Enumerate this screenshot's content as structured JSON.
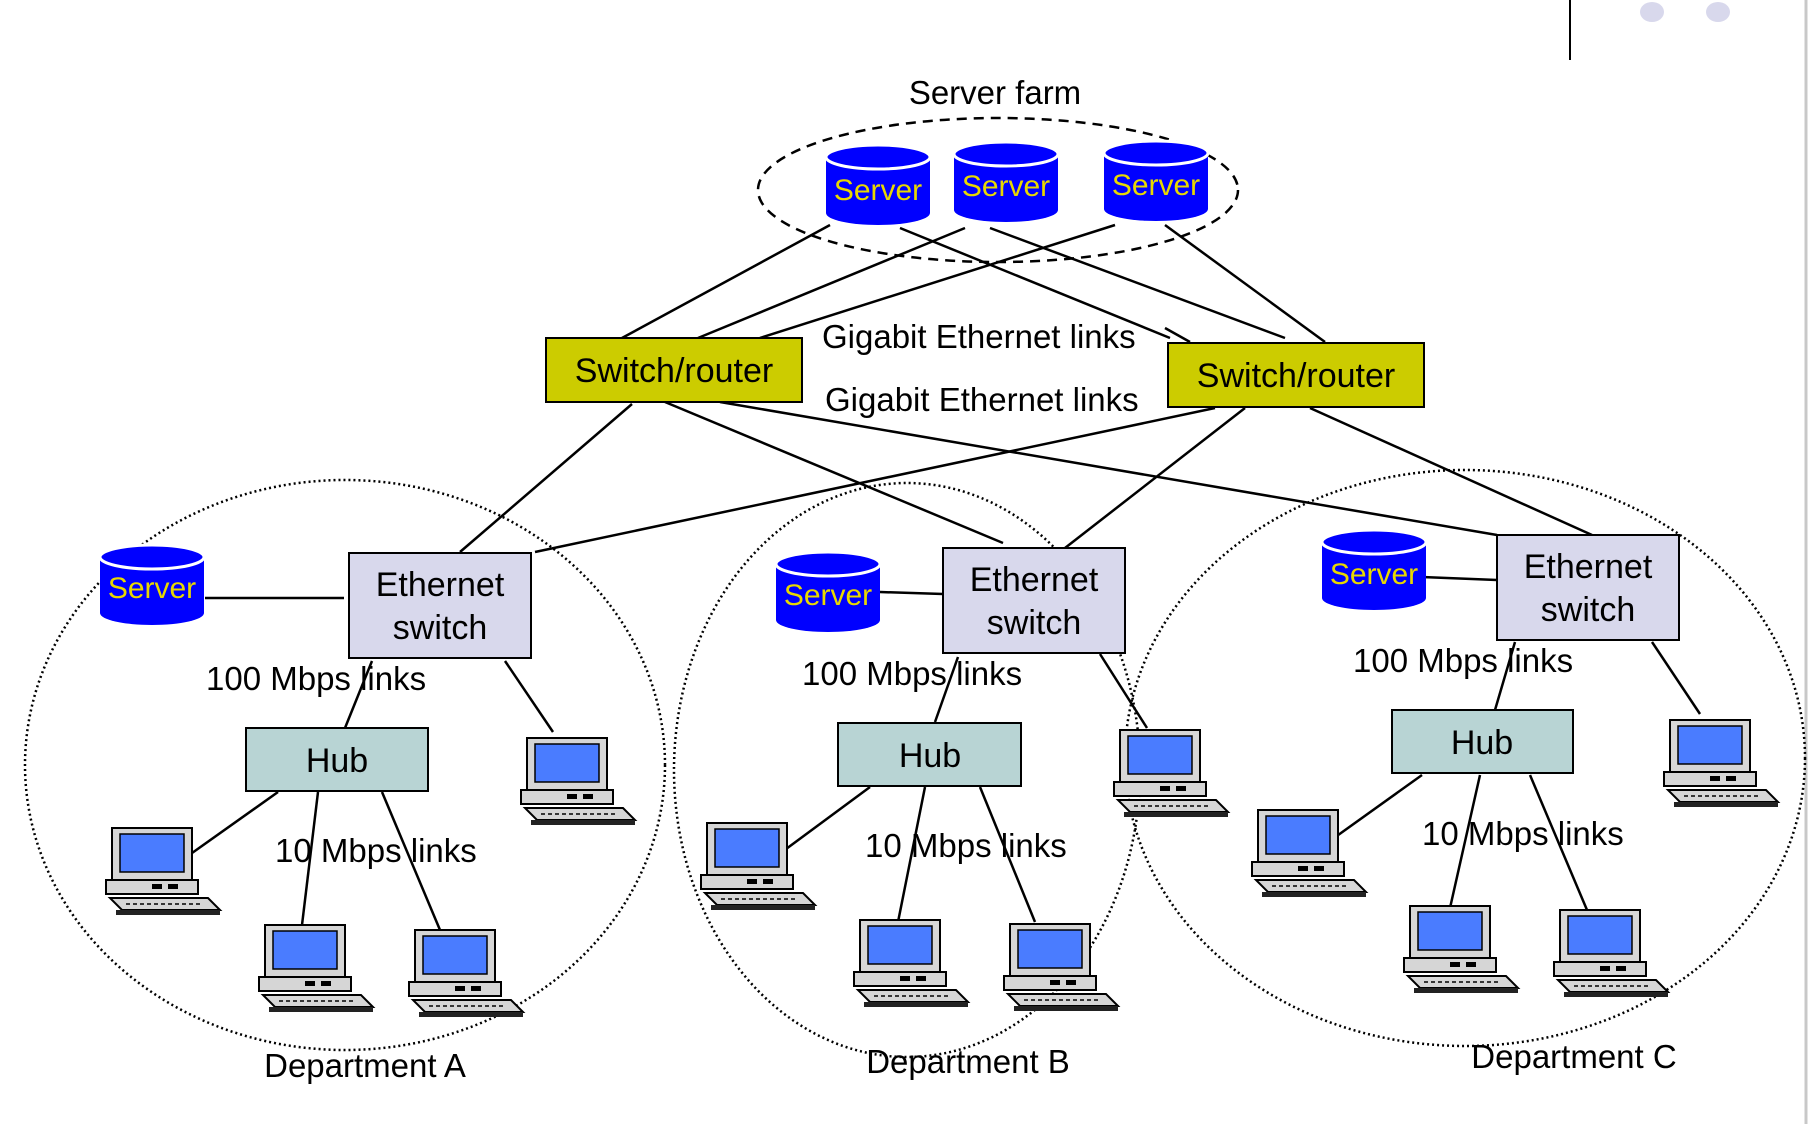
{
  "server_farm": {
    "label": "Server farm",
    "servers": [
      "Server",
      "Server",
      "Server"
    ]
  },
  "core": {
    "routers": [
      "Switch/router",
      "Switch/router"
    ],
    "links_label_1": "Gigabit Ethernet links",
    "links_label_2": "Gigabit Ethernet links"
  },
  "departments": [
    {
      "name": "Department A",
      "server": "Server",
      "switch_line1": "Ethernet",
      "switch_line2": "switch",
      "links_100": "100 Mbps links",
      "hub": "Hub",
      "links_10": "10 Mbps links"
    },
    {
      "name": "Department B",
      "server": "Server",
      "switch_line1": "Ethernet",
      "switch_line2": "switch",
      "links_100": "100 Mbps links",
      "hub": "Hub",
      "links_10": "10 Mbps links"
    },
    {
      "name": "Department C",
      "server": "Server",
      "switch_line1": "Ethernet",
      "switch_line2": "switch",
      "links_100": "100 Mbps links",
      "hub": "Hub",
      "links_10": "10 Mbps links"
    }
  ],
  "colors": {
    "server_body": "#0000ff",
    "server_text": "#e8d800",
    "router_fill": "#cccc00",
    "switch_fill": "#d8d8ec",
    "hub_fill": "#b8d4d4",
    "monitor_screen": "#4a7cff"
  }
}
